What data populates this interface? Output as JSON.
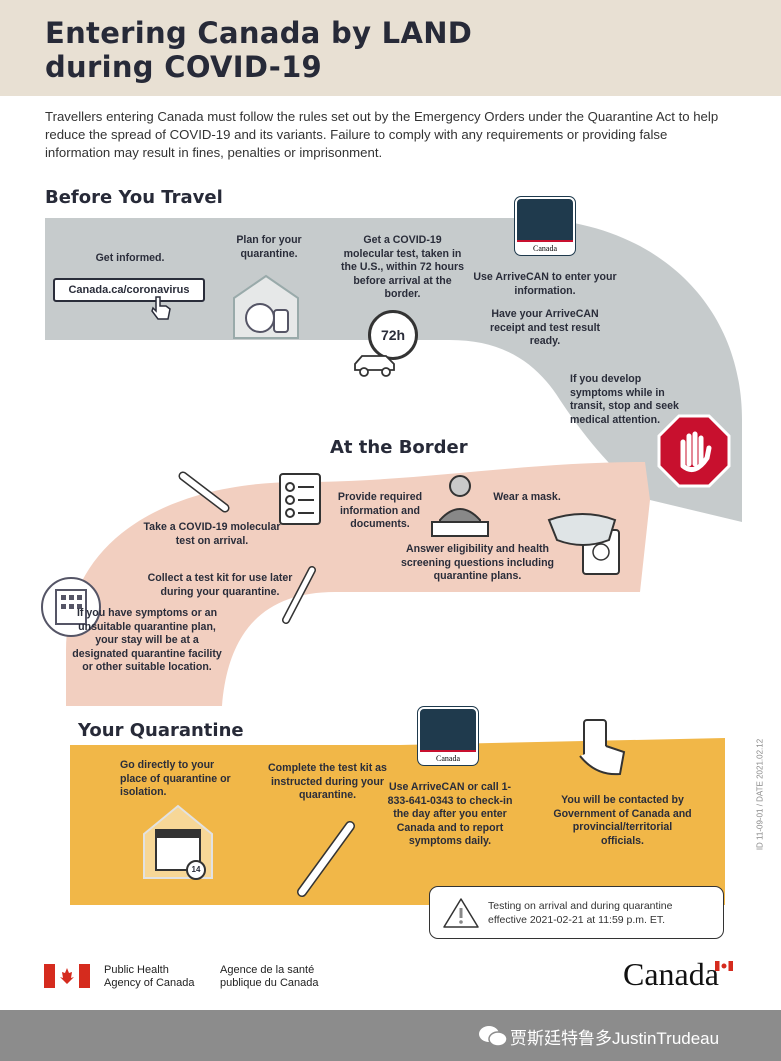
{
  "title": {
    "line1": "Entering Canada by LAND",
    "line2": "during COVID-19"
  },
  "intro": "Travellers entering Canada must follow the rules set out by the Emergency Orders under the Quarantine Act to help reduce the spread of COVID-19 and its variants. Failure to comply with any requirements or providing false information may result in fines, penalties or imprisonment.",
  "colors": {
    "header_bg": "#e8e0d3",
    "before_band": "#c6cbcc",
    "border_band": "#f2cfc0",
    "quarantine_band": "#f1b748",
    "stop_red": "#c8102e"
  },
  "before": {
    "heading": "Before You Travel",
    "get_informed": "Get informed.",
    "link": "Canada.ca/coronavirus",
    "plan": "Plan for your quarantine.",
    "test": "Get a COVID-19 molecular test, taken in the U.S., within 72 hours before arrival at the border.",
    "clock_label": "72h",
    "app_label": "Canada",
    "arrivecan": "Use ArriveCAN to enter your information.",
    "receipt": "Have your ArriveCAN receipt and test result ready.",
    "symptoms": "If you develop symptoms while in transit, stop and seek medical attention."
  },
  "border": {
    "heading": "At the Border",
    "take_test": "Take a COVID-19 molecular test on arrival.",
    "documents": "Provide required information and documents.",
    "mask": "Wear a mask.",
    "screening": "Answer eligibility and health screening questions including quarantine plans.",
    "kit": "Collect a test kit for use later during your quarantine.",
    "facility": "If you have symptoms or an unsuitable quarantine plan, your stay will be at a designated quarantine facility or other suitable location."
  },
  "quarantine": {
    "heading": "Your Quarantine",
    "go_directly": "Go directly to your place of quarantine or isolation.",
    "calendar_day": "14",
    "complete_kit": "Complete the test kit as instructed during your quarantine.",
    "app_label": "Canada",
    "checkin": "Use ArriveCAN or call 1-833-641-0343 to check-in the day after you enter Canada and to report symptoms daily.",
    "contacted": "You will be contacted by Government of Canada and provincial/territorial officials."
  },
  "notice": {
    "line1": "Testing on arrival and during quarantine",
    "line2": "effective 2021-02-21 at 11:59 p.m. ET."
  },
  "doc_id": "ID 11-09-01 / DATE 2021.02.12",
  "footer": {
    "agency_en_1": "Public Health",
    "agency_en_2": "Agency of Canada",
    "agency_fr_1": "Agence de la santé",
    "agency_fr_2": "publique du Canada",
    "wordmark": "Canada"
  },
  "watermark": "贾斯廷特鲁多JustinTrudeau"
}
